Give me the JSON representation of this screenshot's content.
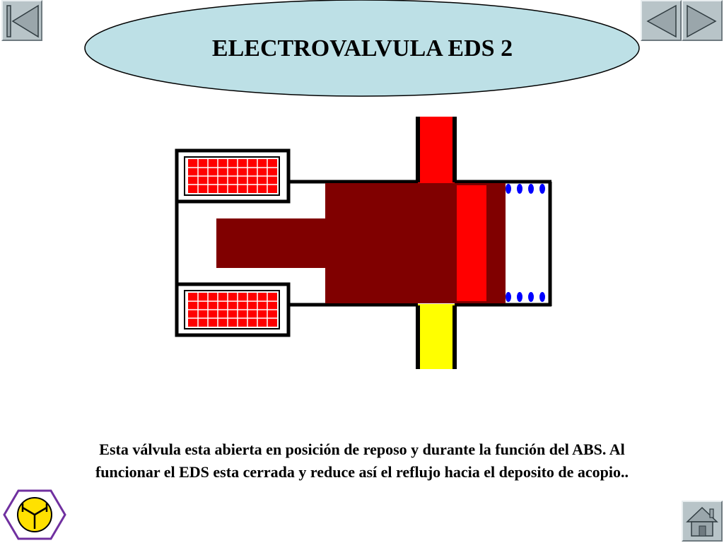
{
  "title": "ELECTROVALVULA EDS 2",
  "caption": {
    "line1": "Esta válvula esta abierta en posición de reposo y durante la función del ABS. Al",
    "line2": "funcionar el EDS esta cerrada  y reduce así el reflujo hacia el deposito de acopio.."
  },
  "icons": {
    "first": "skip-to-first-icon",
    "previous": "previous-arrow-icon",
    "next": "next-arrow-icon",
    "home": "home-icon",
    "logo": "hexagon-logo-icon"
  },
  "colors": {
    "title_ellipse": "#bde0e6",
    "plunger": "#800000",
    "red_fluid": "#ff0000",
    "yellow_fluid": "#ffff00",
    "spring": "#0000ff",
    "coil": "#ff0000",
    "nav_button": "#b8c4c8",
    "logo_hexagon": "#7030a0",
    "logo_circle": "#ffe100"
  }
}
